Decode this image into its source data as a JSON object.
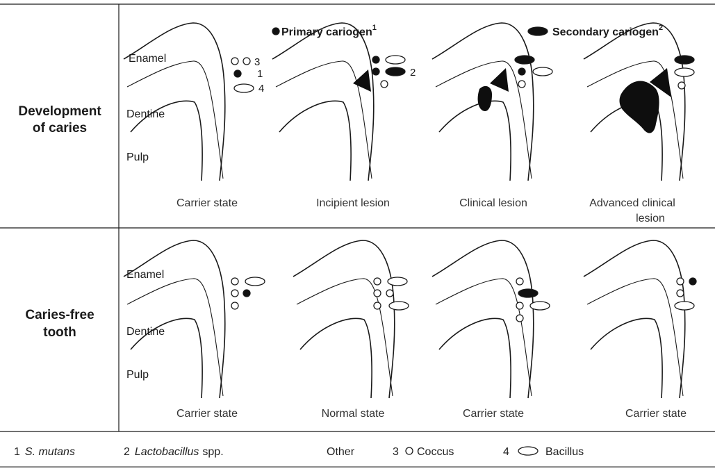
{
  "legend": {
    "primary": "Primary cariogen",
    "primary_sup": "1",
    "secondary": "Secondary cariogen",
    "secondary_sup": "2"
  },
  "rows": [
    {
      "title_line1": "Development",
      "title_line2": "of caries",
      "tooth_labels": {
        "enamel": "Enamel",
        "dentine": "Dentine",
        "pulp": "Pulp"
      },
      "numbers": {
        "n3": "3",
        "n1": "1",
        "n4": "4",
        "n2": "2"
      },
      "panels": [
        {
          "caption_line1": "Carrier state",
          "caption_line2": ""
        },
        {
          "caption_line1": "Incipient lesion",
          "caption_line2": ""
        },
        {
          "caption_line1": "Clinical lesion",
          "caption_line2": ""
        },
        {
          "caption_line1": "Advanced clinical",
          "caption_line2": "lesion"
        }
      ]
    },
    {
      "title_line1": "Caries-free",
      "title_line2": "tooth",
      "tooth_labels": {
        "enamel": "Enamel",
        "dentine": "Dentine",
        "pulp": "Pulp"
      },
      "panels": [
        {
          "caption_line1": "Carrier state",
          "caption_line2": ""
        },
        {
          "caption_line1": "Normal state",
          "caption_line2": ""
        },
        {
          "caption_line1": "Carrier state",
          "caption_line2": ""
        },
        {
          "caption_line1": "Carrier state",
          "caption_line2": ""
        }
      ]
    }
  ],
  "footnote": {
    "n1": "1",
    "s_mutans": "S. mutans",
    "n2": "2",
    "lactobacillus": "Lactobacillus",
    "spp": "spp.",
    "other": "Other",
    "n3": "3",
    "coccus": "Coccus",
    "n4": "4",
    "bacillus": "Bacillus"
  }
}
